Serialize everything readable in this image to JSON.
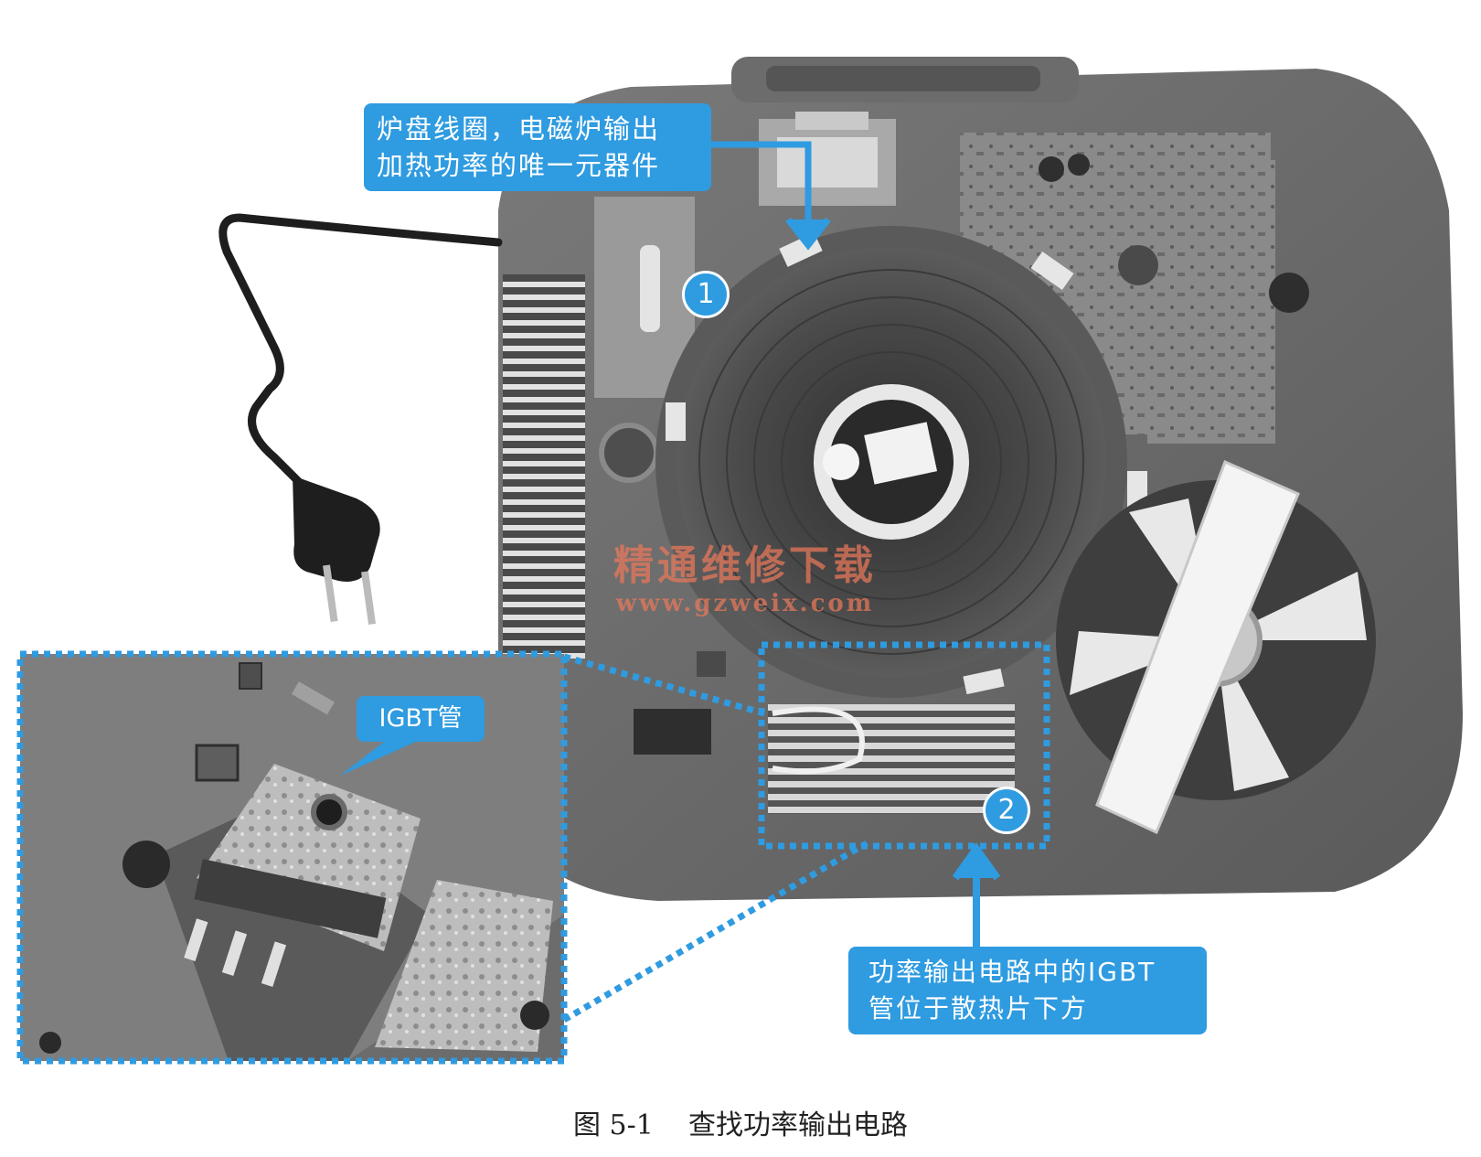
{
  "callouts": {
    "coil": {
      "line1": "炉盘线圈，电磁炉输出",
      "line2": "加热功率的唯一元器件"
    },
    "igbt": {
      "label": "IGBT管"
    },
    "power": {
      "line1": "功率输出电路中的IGBT",
      "line2": "管位于散热片下方"
    }
  },
  "badges": {
    "one": "1",
    "two": "2"
  },
  "watermark": {
    "text": "精通维修下载",
    "url": "www.gzweix.com"
  },
  "caption": {
    "figure_number": "图 5-1",
    "title": "查找功率输出电路"
  },
  "colors": {
    "callout_blue": "#2f9be0",
    "dotted_frame": "#2f9be0",
    "watermark": "#ec785a",
    "photo_dark": "#3a3a3a",
    "photo_mid": "#6b6b6b"
  }
}
